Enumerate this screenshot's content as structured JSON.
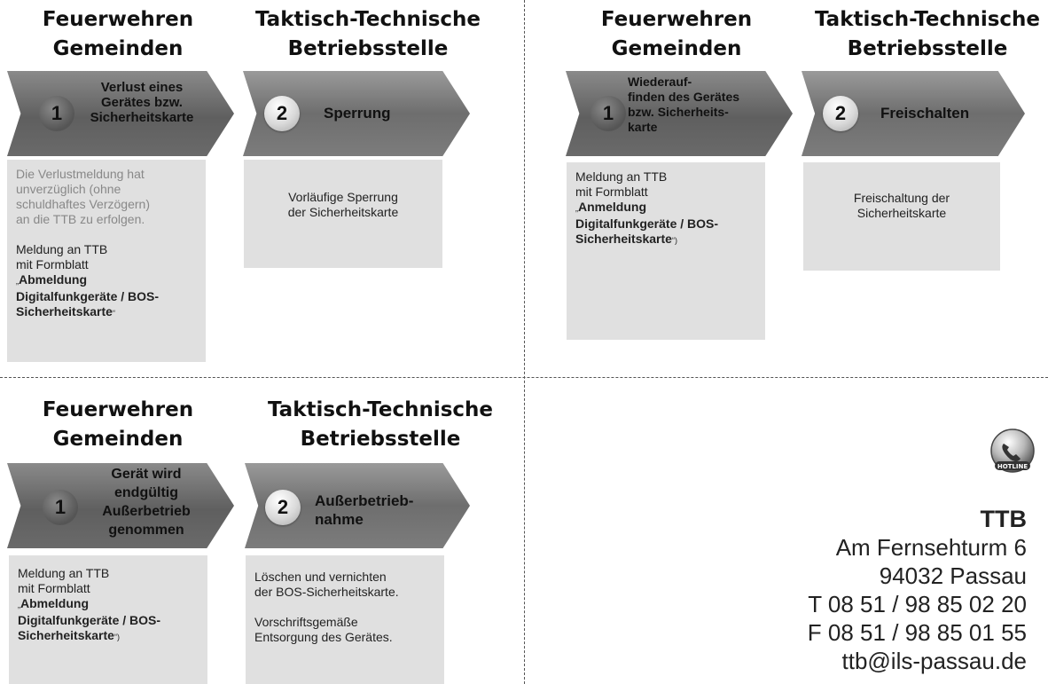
{
  "headers": {
    "col1": [
      "Feuerwehren",
      "Gemeinden"
    ],
    "col2": [
      "Taktisch-Technische",
      "Betriebsstelle"
    ]
  },
  "quad1": {
    "step1": {
      "number": "1",
      "lines": [
        "Verlust eines",
        "Gerätes bzw.",
        "Sicherheitskarte"
      ]
    },
    "step2": {
      "number": "2",
      "lines": [
        "Sperrung"
      ]
    },
    "box1": {
      "muted": [
        "Die Verlustmeldung hat",
        "unverzüglich (ohne",
        "schuldhaftes Verzögern)",
        "an die TTB zu erfolgen."
      ],
      "intro": [
        "Meldung  an TTB",
        "mit Formblatt"
      ],
      "open_quote": "„",
      "bold": [
        "Abmeldung",
        "Digitalfunkgeräte / BOS-",
        "Sicherheitskarte"
      ],
      "close_quote": "“"
    },
    "box2": {
      "lines": [
        "Vorläufige  Sperrung",
        "der Sicherheitskarte"
      ]
    }
  },
  "quad2": {
    "step1": {
      "number": "1",
      "lines": [
        "Wiederauf-",
        "finden des Gerätes",
        "bzw. Sicherheits-",
        "karte"
      ]
    },
    "step2": {
      "number": "2",
      "lines": [
        "Freischalten"
      ]
    },
    "box1": {
      "intro": [
        "Meldung  an TTB",
        "mit Formblatt"
      ],
      "open_quote": "„",
      "bold": [
        "Anmeldung",
        "Digitalfunkgeräte / BOS-",
        "Sicherheitskarte"
      ],
      "close_quote": "“)"
    },
    "box2": {
      "lines": [
        "Freischaltung der",
        "Sicherheitskarte"
      ]
    }
  },
  "quad3": {
    "step1": {
      "number": "1",
      "lines": [
        "Gerät  wird",
        "endgültig",
        "Außerbetrieb",
        "genommen"
      ]
    },
    "step2": {
      "number": "2",
      "lines": [
        "Außerbetrieb-",
        "nahme"
      ]
    },
    "box1": {
      "intro": [
        "Meldung  an TTB",
        "mit Formblatt"
      ],
      "open_quote": "„",
      "bold": [
        "Abmeldung",
        "Digitalfunkgeräte / BOS-",
        "Sicherheitskarte"
      ],
      "close_quote": "“)"
    },
    "box2": {
      "lines_a": [
        "Löschen und vernichten",
        "der BOS-Sicherheitskarte."
      ],
      "lines_b": [
        "Vorschriftsgemäße",
        "Entsorgung des Gerätes."
      ]
    }
  },
  "contact": {
    "hotline_badge": "HOTLINE",
    "name": "TTB",
    "street": "Am Fernsehturm 6",
    "city": "94032 Passau",
    "phone": "T 08 51 / 98 85 02 20",
    "fax": "F 08 51 / 98 85 01 55",
    "email": "ttb@ils-passau.de"
  },
  "colors": {
    "chevron_dark": "#6e6e6e",
    "box_bg": "#e0e0e0",
    "muted_text": "#888888"
  },
  "icons": {
    "hotline": "phone-hotline-icon"
  }
}
